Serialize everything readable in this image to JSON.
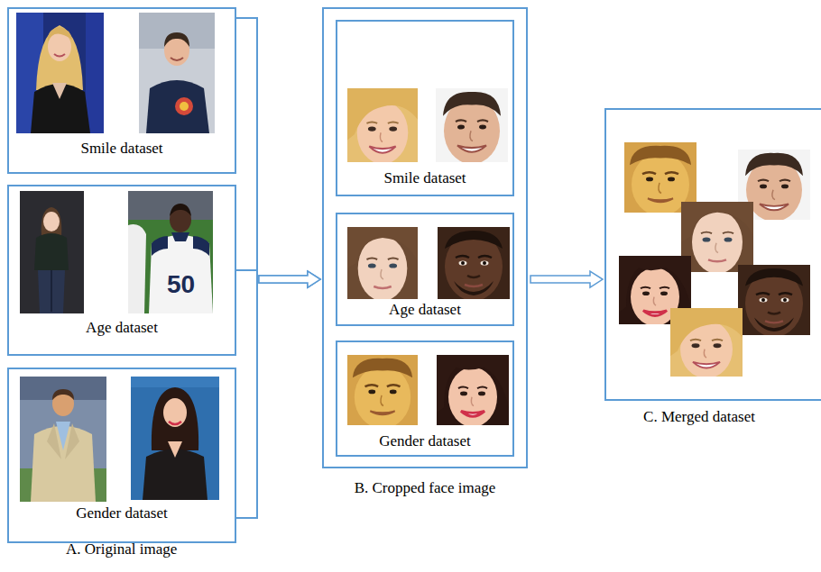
{
  "diagram": {
    "nodes": [
      {
        "text": [
          "Smile dataset"
        ]
      },
      {
        "text": [
          "Age dataset"
        ]
      },
      {
        "text": [
          "Gender dataset"
        ]
      },
      {
        "text": [
          "B. Cropped face image"
        ]
      },
      {
        "text": [
          "Smile dataset"
        ],
        "in": 3
      },
      {
        "text": [
          "Age dataset"
        ],
        "in": 3
      },
      {
        "text": [
          "Gender dataset"
        ],
        "in": 3
      },
      {
        "text": [
          "C. Merged dataset"
        ]
      }
    ],
    "edges": [
      {
        "from": 0,
        "to": 3,
        "arrow": "to"
      },
      {
        "from": 1,
        "to": 3,
        "arrow": "to"
      },
      {
        "from": 2,
        "to": 3,
        "arrow": "to"
      },
      {
        "from": 3,
        "to": 7,
        "arrow": "to"
      }
    ],
    "labels": [
      "A. Original image",
      "50"
    ]
  }
}
